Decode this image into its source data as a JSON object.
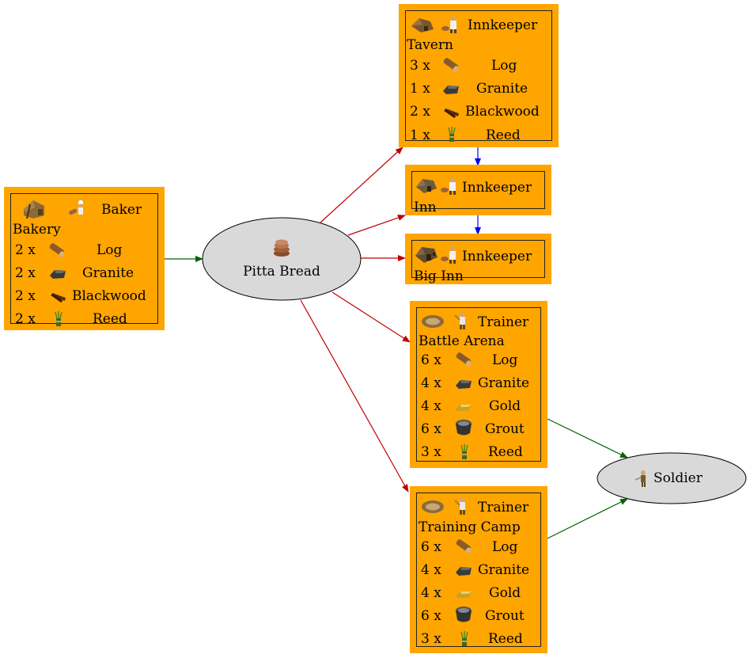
{
  "colors": {
    "building_fill": "#ffa500",
    "ellipse_fill": "#d9d9d9",
    "edge_green": "#006400",
    "edge_red": "#c00000",
    "edge_blue": "#0000ff"
  },
  "ware": {
    "name": "Pitta Bread",
    "icon": "pitta-bread-icon"
  },
  "producer": {
    "worker": "Baker",
    "building": "Bakery",
    "building_icon": "bakery-icon",
    "worker_icon": "baker-icon",
    "costs": [
      {
        "qty": "2 x",
        "name": "Log",
        "icon": "log-icon"
      },
      {
        "qty": "2 x",
        "name": "Granite",
        "icon": "granite-icon"
      },
      {
        "qty": "2 x",
        "name": "Blackwood",
        "icon": "blackwood-icon"
      },
      {
        "qty": "2 x",
        "name": "Reed",
        "icon": "reed-icon"
      }
    ]
  },
  "consumers": {
    "tavern": {
      "worker": "Innkeeper",
      "building": "Tavern",
      "costs": [
        {
          "qty": "3 x",
          "name": "Log",
          "icon": "log-icon"
        },
        {
          "qty": "1 x",
          "name": "Granite",
          "icon": "granite-icon"
        },
        {
          "qty": "2 x",
          "name": "Blackwood",
          "icon": "blackwood-icon"
        },
        {
          "qty": "1 x",
          "name": "Reed",
          "icon": "reed-icon"
        }
      ]
    },
    "inn": {
      "worker": "Innkeeper",
      "building": "Inn"
    },
    "big_inn": {
      "worker": "Innkeeper",
      "building": "Big Inn"
    },
    "battle_arena": {
      "worker": "Trainer",
      "building": "Battle Arena",
      "costs": [
        {
          "qty": "6 x",
          "name": "Log",
          "icon": "log-icon"
        },
        {
          "qty": "4 x",
          "name": "Granite",
          "icon": "granite-icon"
        },
        {
          "qty": "4 x",
          "name": "Gold",
          "icon": "gold-icon"
        },
        {
          "qty": "6 x",
          "name": "Grout",
          "icon": "grout-icon"
        },
        {
          "qty": "3 x",
          "name": "Reed",
          "icon": "reed-icon"
        }
      ]
    },
    "training_camp": {
      "worker": "Trainer",
      "building": "Training Camp",
      "costs": [
        {
          "qty": "6 x",
          "name": "Log",
          "icon": "log-icon"
        },
        {
          "qty": "4 x",
          "name": "Granite",
          "icon": "granite-icon"
        },
        {
          "qty": "4 x",
          "name": "Gold",
          "icon": "gold-icon"
        },
        {
          "qty": "6 x",
          "name": "Grout",
          "icon": "grout-icon"
        },
        {
          "qty": "3 x",
          "name": "Reed",
          "icon": "reed-icon"
        }
      ]
    }
  },
  "output": {
    "name": "Soldier",
    "icon": "soldier-icon"
  }
}
